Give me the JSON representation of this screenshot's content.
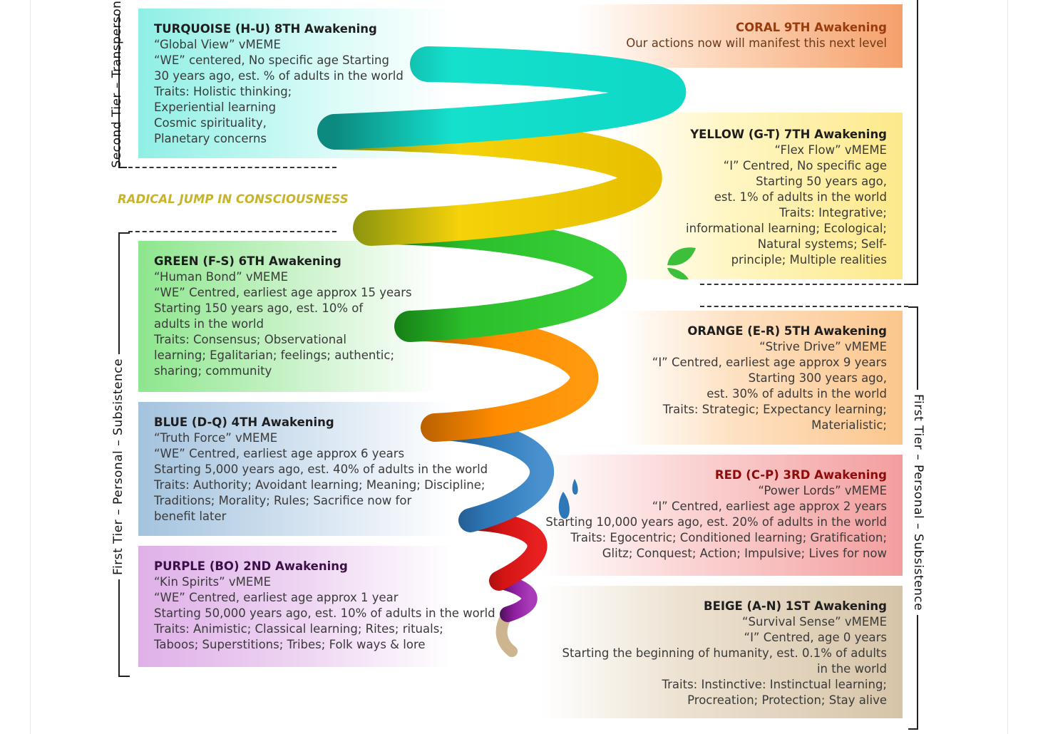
{
  "colors": {
    "turquoise": "#12e3cf",
    "coral": "#f08a52",
    "yellow": "#f5d20a",
    "green": "#2bbf2b",
    "orange": "#ff8c00",
    "blue": "#2f78b8",
    "red": "#d41414",
    "purple": "#8e1fa0",
    "beige": "#cdb58f",
    "radical_text": "#c8b42a"
  },
  "tier_labels": {
    "second_tier": "Second Tier – Transpersonal",
    "first_tier_left": "First Tier  –  Personal  –  Subsistence",
    "first_tier_right": "First Tier  –  Personal  –  Subsistence"
  },
  "radical_jump": "RADICAL JUMP IN CONSCIOUSNESS",
  "levels": {
    "turquoise": {
      "title": "TURQUOISE (H-U) 8TH Awakening",
      "lines": [
        "“Global View” vMEME",
        "“WE” centered, No specific age Starting",
        "30 years ago, est. % of adults in the world",
        "Traits: Holistic thinking;",
        "Experiential learning",
        "Cosmic spirituality,",
        "Planetary concerns"
      ]
    },
    "coral": {
      "title": "CORAL 9TH Awakening",
      "lines": [
        "Our actions now will manifest this next level"
      ]
    },
    "yellow": {
      "title": "YELLOW (G-T) 7TH Awakening",
      "lines": [
        "“Flex Flow” vMEME",
        "“I” Centred, No specific age",
        "Starting 50 years ago,",
        "est. 1% of adults in the world",
        "Traits: Integrative;",
        "informational learning; Ecological;",
        "Natural systems; Self-",
        "principle; Multiple realities"
      ]
    },
    "green": {
      "title": "GREEN (F-S) 6TH Awakening",
      "lines": [
        "“Human Bond” vMEME",
        "“WE” Centred, earliest age approx 15 years",
        "Starting 150 years ago, est. 10% of",
        "adults in the world",
        "Traits: Consensus; Observational",
        "learning;  Egalitarian; feelings; authentic;",
        "sharing; community"
      ]
    },
    "orange": {
      "title": "ORANGE (E-R) 5TH Awakening",
      "lines": [
        "“Strive Drive” vMEME",
        "“I” Centred, earliest age approx 9 years",
        "Starting 300 years ago,",
        "est. 30% of adults in the world",
        "Traits: Strategic; Expectancy learning;",
        "Materialistic;"
      ]
    },
    "blue": {
      "title": "BLUE (D-Q) 4TH Awakening",
      "lines": [
        "“Truth Force” vMEME",
        "“WE” Centred, earliest age approx 6 years",
        "Starting 5,000 years ago, est. 40% of adults in the world",
        "Traits: Authority; Avoidant learning; Meaning; Discipline;",
        "Traditions; Morality; Rules; Sacrifice now for",
        "benefit later"
      ]
    },
    "red": {
      "title": "RED (C-P) 3RD Awakening",
      "lines": [
        "“Power Lords” vMEME",
        "“I” Centred, earliest age approx 2 years",
        "Starting 10,000 years ago, est. 20% of adults in the world",
        "Traits: Egocentric; Conditioned learning; Gratification;",
        "Glitz; Conquest; Action; Impulsive; Lives for now"
      ]
    },
    "purple": {
      "title": "PURPLE (BO) 2ND Awakening",
      "lines": [
        "“Kin Spirits” vMEME",
        "“WE” Centred, earliest age approx 1 year",
        "Starting 50,000 years ago, est. 10% of adults in the world",
        "Traits: Animistic; Classical learning; Rites; rituals;",
        "Taboos; Superstitions; Tribes; Folk ways & lore"
      ]
    },
    "beige": {
      "title": "BEIGE (A-N) 1ST Awakening",
      "lines": [
        "“Survival Sense” vMEME",
        "“I” Centred, age 0 years",
        "Starting the beginning of humanity, est. 0.1% of adults",
        "in the world",
        "Traits: Instinctive: Instinctual learning;",
        "Procreation; Protection; Stay alive"
      ]
    }
  }
}
